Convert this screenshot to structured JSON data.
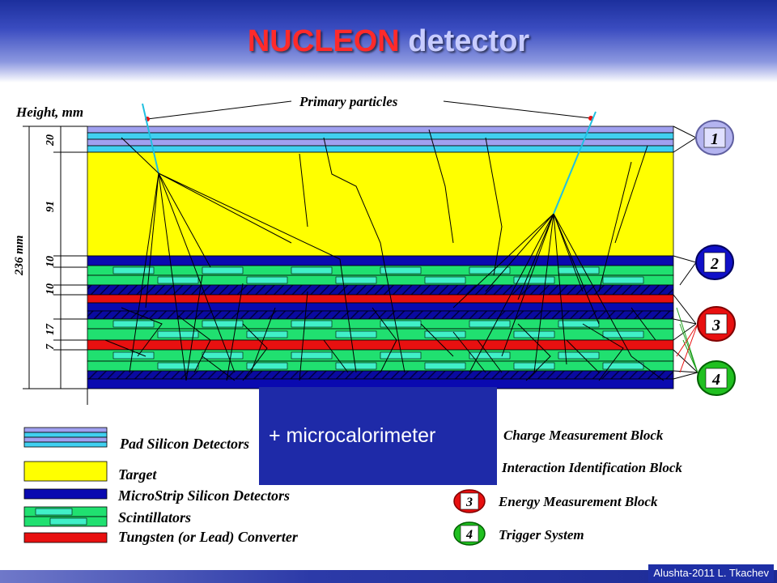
{
  "slide": {
    "title_part1": "NUCLEON",
    "title_part2": "detector",
    "footer_credit": "Alushta-2011  L. Tkachev"
  },
  "diagram": {
    "height_label": "Height, mm",
    "primary_label": "Primary particles",
    "total_height": "236 mm",
    "layer_heights": [
      "20",
      "91",
      "10",
      "10",
      "17",
      "7"
    ],
    "blocks": [
      {
        "number": "1",
        "name": "Charge Measurement Block",
        "color": "#b4b4f0"
      },
      {
        "number": "2",
        "name": "Interaction Identification Block",
        "color": "#1010c8"
      },
      {
        "number": "3",
        "name": "Energy Measurement Block",
        "color": "#e81010"
      },
      {
        "number": "4",
        "name": "Trigger System",
        "color": "#20c020"
      }
    ],
    "legend": [
      {
        "label": "Pad Silicon Detectors",
        "swatch": "pad-silicon"
      },
      {
        "label": "Target",
        "swatch": "target"
      },
      {
        "label": "MicroStrip Silicon Detectors",
        "swatch": "microstrip"
      },
      {
        "label": "Scintillators",
        "swatch": "scintillator"
      },
      {
        "label": "Tungsten (or Lead) Converter",
        "swatch": "tungsten"
      }
    ]
  },
  "overlay": {
    "text": "+ microcalorimeter",
    "color": "#1e2aa8"
  }
}
